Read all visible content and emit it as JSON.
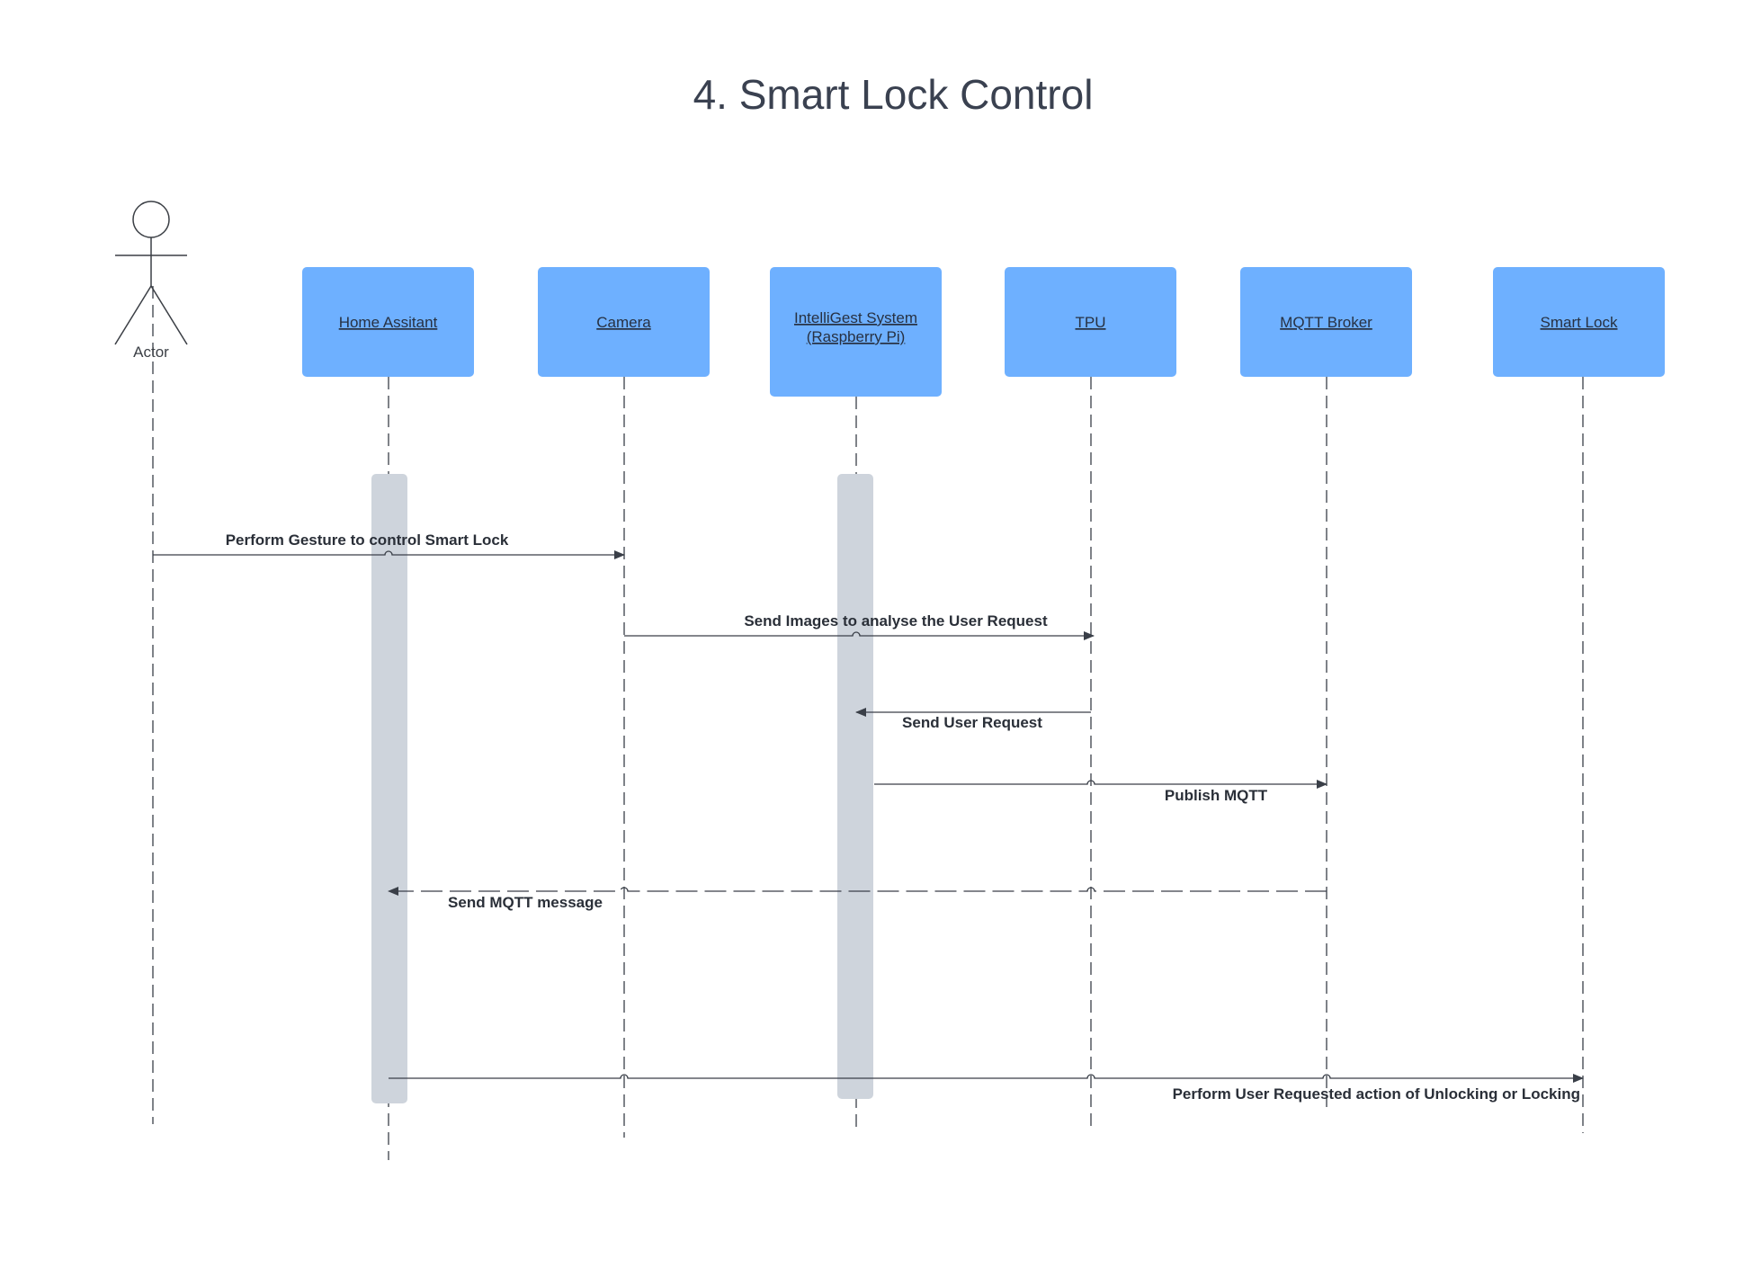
{
  "diagram": {
    "title": "4. Smart Lock Control",
    "colors": {
      "participant_fill": "#6eb0ff",
      "activation_fill": "#ced4dc",
      "line": "#3a3f48",
      "text": "#2a2f38"
    },
    "actor": {
      "label": "Actor",
      "icon": "stick-figure-icon"
    },
    "participants": [
      {
        "id": "home-assistant",
        "lines": [
          "Home Assitant"
        ]
      },
      {
        "id": "camera",
        "lines": [
          "Camera"
        ]
      },
      {
        "id": "intelligest",
        "lines": [
          "IntelliGest System",
          "(Raspberry Pi)"
        ]
      },
      {
        "id": "tpu",
        "lines": [
          "TPU"
        ]
      },
      {
        "id": "mqtt-broker",
        "lines": [
          "MQTT Broker"
        ]
      },
      {
        "id": "smart-lock",
        "lines": [
          "Smart Lock"
        ]
      }
    ],
    "messages": [
      {
        "id": "perform-gesture",
        "from": "actor",
        "to": "camera",
        "label": "Perform Gesture to control Smart Lock",
        "dashed": false
      },
      {
        "id": "send-images",
        "from": "camera",
        "to": "tpu",
        "label": "Send Images to analyse the User Request",
        "dashed": false
      },
      {
        "id": "send-user-request",
        "from": "tpu",
        "to": "intelligest",
        "label": "Send User Request",
        "dashed": false
      },
      {
        "id": "publish-mqtt",
        "from": "intelligest",
        "to": "mqtt-broker",
        "label": "Publish MQTT",
        "dashed": false
      },
      {
        "id": "send-mqtt-message",
        "from": "mqtt-broker",
        "to": "home-assistant",
        "label": "Send MQTT message",
        "dashed": true
      },
      {
        "id": "perform-action",
        "from": "home-assistant",
        "to": "smart-lock",
        "label": "Perform User Requested action of Unlocking or Locking",
        "dashed": false
      }
    ]
  }
}
